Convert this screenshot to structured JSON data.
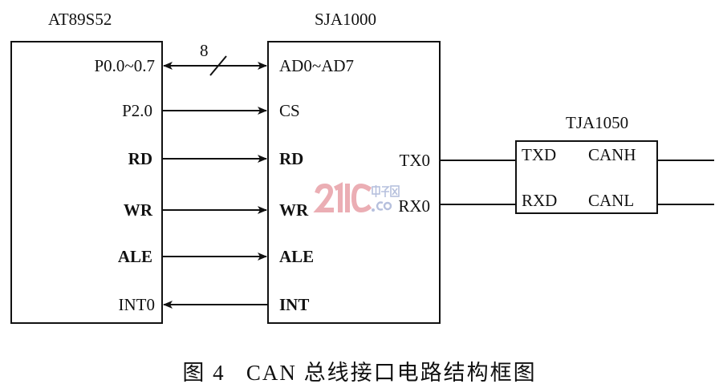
{
  "chips": {
    "mcu": {
      "name": "AT89S52",
      "pins": [
        "P0.0~0.7",
        "P2.0",
        "RD",
        "WR",
        "ALE",
        "INT0"
      ]
    },
    "controller": {
      "name": "SJA1000",
      "pins": [
        "AD0~AD7",
        "CS",
        "RD",
        "WR",
        "ALE",
        "INT"
      ],
      "outputs": [
        "TX0",
        "RX0"
      ]
    },
    "transceiver": {
      "name": "TJA1050",
      "pins": [
        "TXD",
        "RXD"
      ],
      "outputs": [
        "CANH",
        "CANL"
      ]
    }
  },
  "bus_width": "8",
  "caption": "图 4   CAN 总线接口电路结构框图",
  "watermark": {
    "main": "21IC",
    "sub1": "电子网",
    "sub2": ".com"
  },
  "colors": {
    "line": "#111111",
    "watermark": "#e8a0a8"
  }
}
